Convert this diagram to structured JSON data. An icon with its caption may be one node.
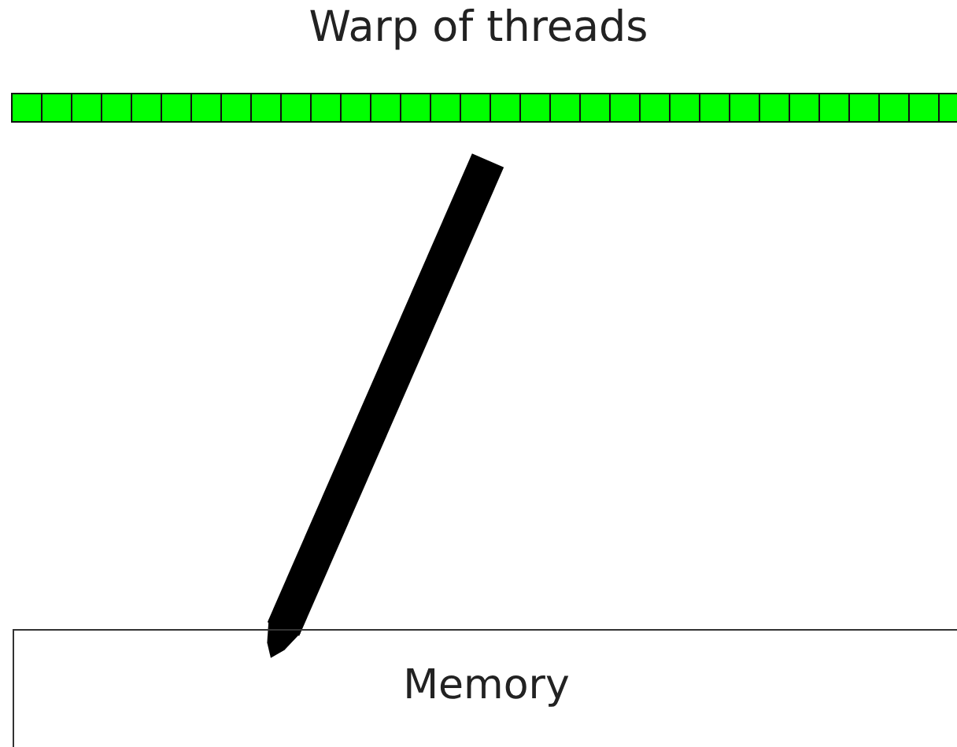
{
  "diagram": {
    "nodes": [
      {
        "text": [
          "Warp of threads"
        ]
      },
      {
        "text": [
          "Memory"
        ]
      }
    ],
    "edges": [
      {
        "from": 0,
        "to": 1,
        "arrow": "to"
      }
    ]
  }
}
